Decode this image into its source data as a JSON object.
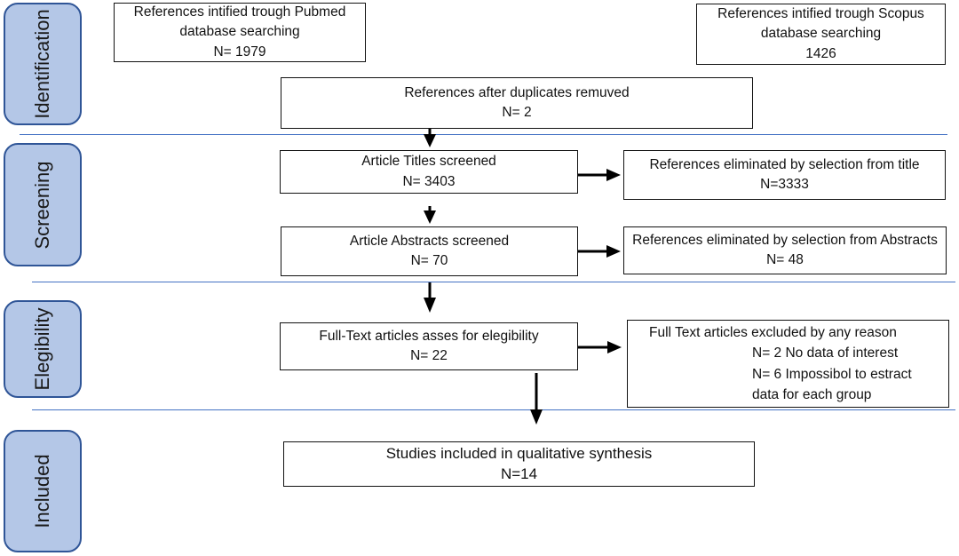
{
  "phases": {
    "identification": "Identification",
    "screening": "Screening",
    "eligibility": "Elegibility",
    "included": "Included"
  },
  "boxes": {
    "pubmed": {
      "line1": "References intified trough Pubmed",
      "line2": "database searching",
      "line3": "N= 1979"
    },
    "scopus": {
      "line1": "References intified trough Scopus",
      "line2": "database searching",
      "line3": "1426"
    },
    "duplicates": {
      "line1": "References after duplicates remuved",
      "line2": "N= 2"
    },
    "titles": {
      "line1": "Article Titles screened",
      "line2": "N= 3403"
    },
    "titles_excluded": {
      "line1": "References eliminated by selection from title",
      "line2": "N=3333"
    },
    "abstracts": {
      "line1": "Article Abstracts screened",
      "line2": "N= 70"
    },
    "abstracts_excluded": {
      "line1": "References eliminated by selection from Abstracts",
      "line2": "N= 48"
    },
    "fulltext": {
      "line1": "Full-Text articles asses for elegibility",
      "line2": "N= 22"
    },
    "fulltext_excluded": {
      "line1": "Full Text articles excluded by any reason",
      "line2": "N= 2 No data of interest",
      "line3": "N= 6 Impossibol to estract",
      "line4": "data for each group"
    },
    "included": {
      "line1": "Studies included in qualitative synthesis",
      "line2": "N=14"
    }
  },
  "colors": {
    "phase_fill": "#b4c7e7",
    "phase_border": "#2f5597",
    "divider": "#4472c4"
  }
}
